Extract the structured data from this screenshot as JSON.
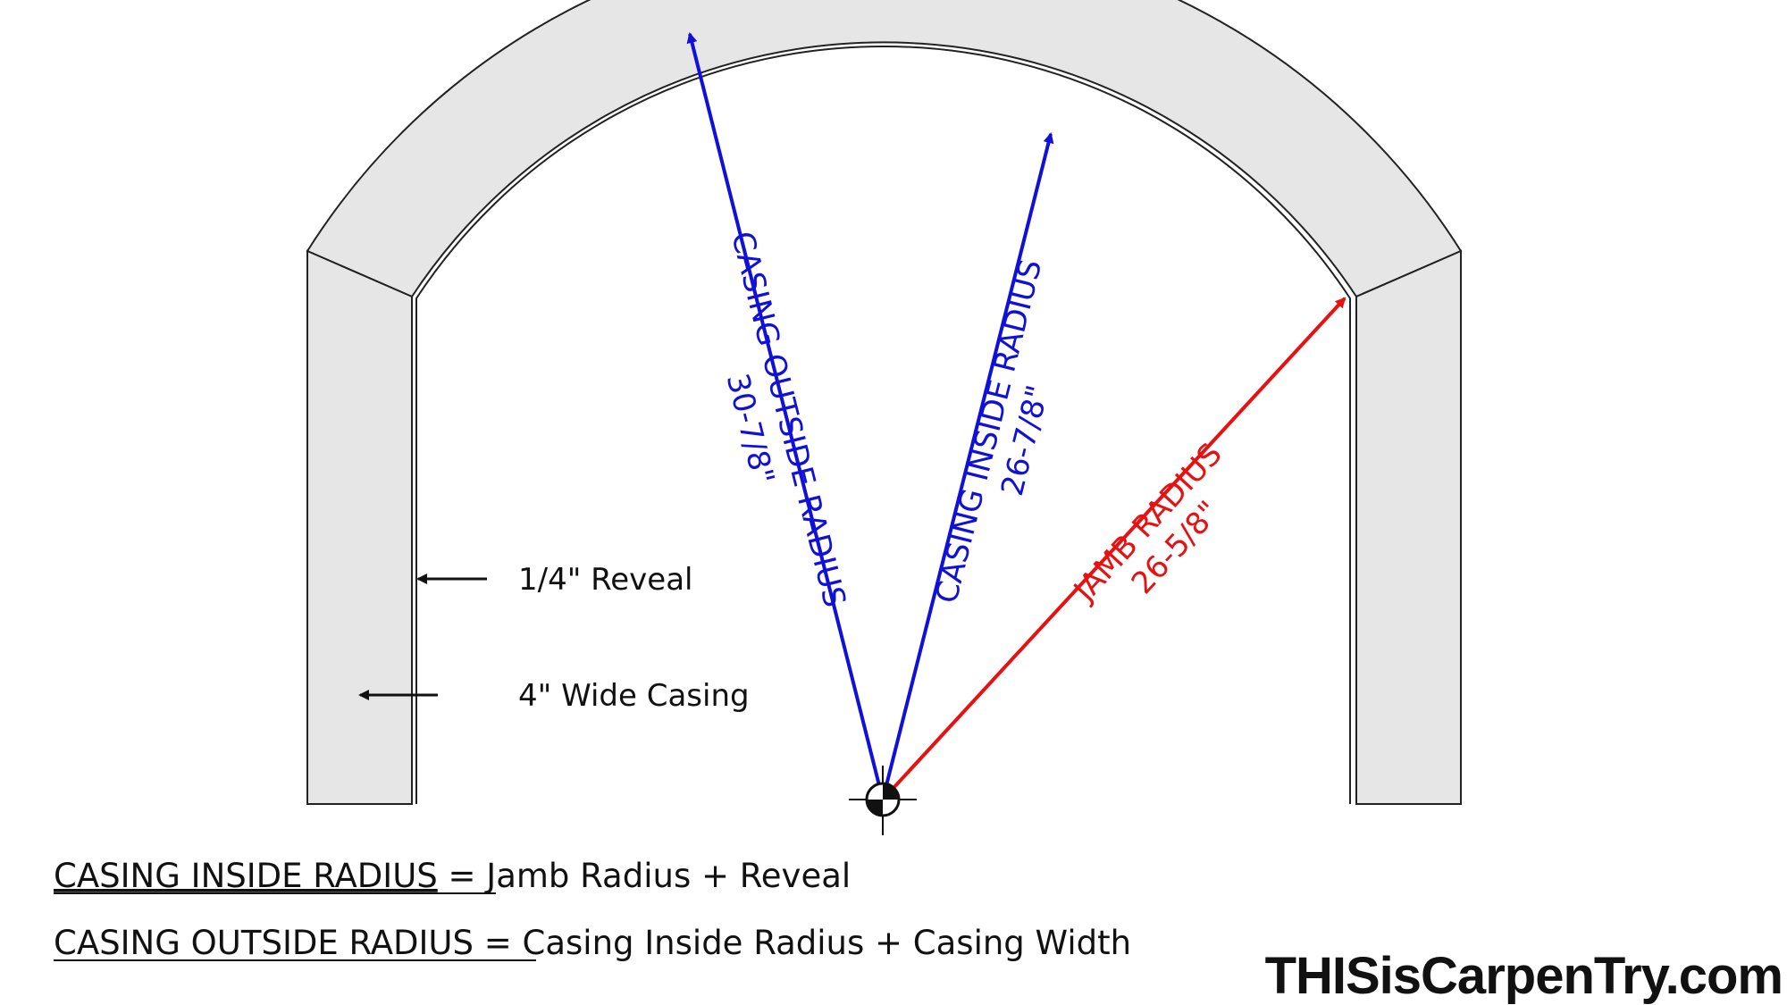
{
  "colors": {
    "casing_fill": "#e6e6e6",
    "outline": "#222222",
    "casing_radius_lines": "#1010d8",
    "jamb_radius_line": "#e81010",
    "text": "#111111"
  },
  "labels": {
    "casing_outside_radius": {
      "title": "CASING OUTSIDE RADIUS",
      "value": "30-7/8\""
    },
    "casing_inside_radius": {
      "title": "CASING INSIDE RADIUS",
      "value": "26-7/8\""
    },
    "jamb_radius": {
      "title": "JAMB RADIUS",
      "value": "26-5/8\""
    }
  },
  "callouts": {
    "reveal": "1/4\" Reveal",
    "casing_width": "4\" Wide Casing"
  },
  "formulas": [
    {
      "term": "CASING INSIDE RADIUS",
      "rest": " = Jamb Radius + Reveal"
    },
    {
      "term": "CASING OUTSIDE RADIUS",
      "rest": " = Casing Inside Radius + Casing Width"
    }
  ],
  "brand": "THISisCarpenTry.com",
  "icons": {
    "center_point": "center-mark-icon"
  }
}
